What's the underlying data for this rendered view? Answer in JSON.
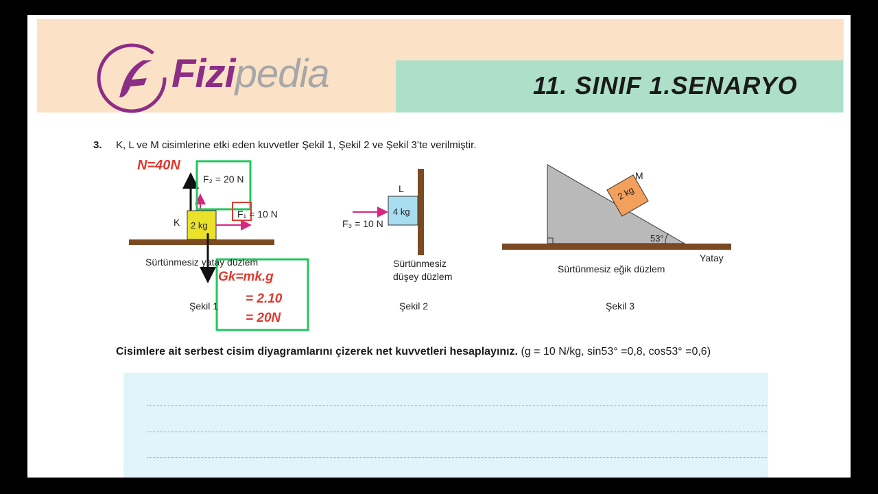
{
  "header": {
    "logo_part1": "Fizi",
    "logo_part2": "pedia",
    "scenario_title": "11. SINIF 1.SENARYO"
  },
  "question": {
    "number": "3.",
    "text": "K, L ve M cisimlerine etki eden kuvvetler Şekil 1, Şekil 2 ve Şekil 3’te verilmiştir."
  },
  "figure1": {
    "body_label": "K",
    "mass": "2 kg",
    "force2": "F₂ = 20 N",
    "force1": "F₁ = 10 N",
    "surface": "Sürtünmesiz yatay düzlem",
    "caption": "Şekil 1"
  },
  "figure2": {
    "body_label": "L",
    "mass": "4 kg",
    "force3": "F₃ = 10 N",
    "surface_line1": "Sürtünmesiz",
    "surface_line2": "düşey düzlem",
    "caption": "Şekil 2"
  },
  "figure3": {
    "body_label": "M",
    "mass": "2 kg",
    "angle": "53°",
    "horizontal": "Yatay",
    "surface": "Sürtünmesiz eğik düzlem",
    "caption": "Şekil 3"
  },
  "handwriting": {
    "normal": "N=40N",
    "weight_line1": "Gk=mk.g",
    "weight_line2": "= 2.10",
    "weight_line3": "= 20N"
  },
  "instruction": {
    "bold": "Cisimlere ait serbest cisim diyagramlarını çizerek net kuvvetleri hesaplayınız.",
    "normal": " (g = 10 N/kg, sin53° =0,8, cos53° =0,6)"
  },
  "colors": {
    "header_peach": "#fbe2c6",
    "header_green": "#aedfc9",
    "brand_purple": "#8c2d86",
    "answer_bg": "#e1f4f9",
    "ink_red": "#e03a2f",
    "ink_green": "#22c55e",
    "force_magenta": "#d6267f"
  }
}
